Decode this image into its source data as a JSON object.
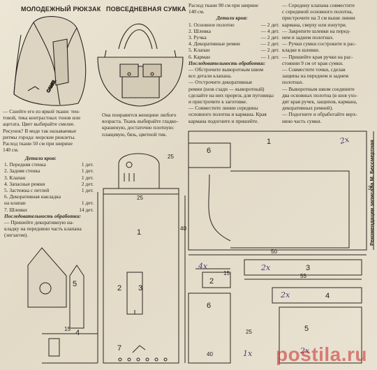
{
  "titles": {
    "backpack": "МОЛОДЕЖНЫЙ РЮКЗАК",
    "bag": "ПОВСЕДНЕВНАЯ СУМКА"
  },
  "backpack_text": {
    "intro": [
      "— Сшейте его из яркой ткани: тен-",
      "товой, тика контрастных тонов или",
      "ацетата. Цвет выбирайте смелее.",
      "Рисунок? В моде так называемые",
      "ритмы города: морские рюкзеты.",
      "Расход ткани 50 см при ширине",
      "140 см."
    ],
    "details_title": "Детали кроя:",
    "details": [
      {
        "name": "1. Передняя стенка",
        "qty": "1 дет."
      },
      {
        "name": "2. Задняя стенка",
        "qty": "1 дет."
      },
      {
        "name": "3. Клапан",
        "qty": "1 дет."
      },
      {
        "name": "4. Запасные ремни",
        "qty": "2 дет."
      },
      {
        "name": "5. Застежка с петлей",
        "qty": "1 дет."
      },
      {
        "name": "6. Декоративная накладка",
        "qty": ""
      },
      {
        "name": "   на клапан",
        "qty": "1 дет."
      },
      {
        "name": "7. Шлевки",
        "qty": "14 дет."
      }
    ],
    "sequence_title": "Последовательность обработки:",
    "sequence": [
      "— Пришейте декоративную на-",
      "кладку на переднюю часть клапана",
      "(зигзагом)."
    ]
  },
  "bag_text": {
    "intro": [
      "Она понравится женщине любого",
      "возраста. Ткань выбирайте гладко-",
      "крашеную, достаточно плотную:",
      "плащевую, бязь, цветной тик."
    ]
  },
  "column3": {
    "header": [
      "Расход ткани 90 см при ширине",
      "140 см."
    ],
    "details_title": "Детали кроя:",
    "details": [
      {
        "name": "1. Основное полотно",
        "qty": "— 2 дет."
      },
      {
        "name": "2. Шлевка",
        "qty": "— 4 дет."
      },
      {
        "name": "3. Ручка",
        "qty": "— 2 дет."
      },
      {
        "name": "4. Декоративные ремни",
        "qty": "— 2 дет."
      },
      {
        "name": "5. Клапан",
        "qty": "— 2 дет."
      },
      {
        "name": "6. Карман",
        "qty": "— 1 дет."
      }
    ],
    "sequence_title": "Последовательность обработки:",
    "sequence": [
      "— Обстрочите выворотным швом",
      "все детали клапана.",
      "— Отстрочите декоративные",
      "ремни (шов сзади — выворотный)",
      "сделайте на них прорезь для пуговицы",
      "и пристрочите к заготовке.",
      "— Совместите линии середины",
      "основного полотна и кармана. Края",
      "кармана подогните и пришейте."
    ]
  },
  "column4": {
    "lines": [
      "— Середину клапана совместите",
      "с серединой основного полотна,",
      "пристрочите на 3 см выше линии",
      "кармана, сверху или изнутри.",
      "— Закрепите шлевки на перед-",
      "нем и заднем полотнах.",
      "— Ручки сумки состроките в рас-",
      "кладке в шлевки.",
      "— Пришейте края ручки на рас-",
      "стоянии 9 см от края сумки.",
      "— Совместите точки, сделав",
      "защипы на переднем и заднем",
      "полотнах.",
      "— Выворотным швом соедините",
      "два основных полотна (в шов ухо-",
      "дят края ручек, защипов, кармана,",
      "декоративных ремней).",
      "— Подогните и обработайте верх-",
      "нюю часть сумки."
    ]
  },
  "pattern_labels": {
    "backpack_main": "1",
    "backpack_strap": "2",
    "backpack_strap_num": "3",
    "backpack_num5": "5",
    "backpack_num7": "7",
    "backpack_num4": "4",
    "dim_25": "25",
    "dim_40": "40",
    "dim_15": "15",
    "dim_25b": "25",
    "bag_main": "1",
    "bag_flap": "6",
    "bag_num2": "2",
    "bag_num3": "3",
    "bag_num4": "4",
    "bag_num5": "5",
    "bag_num6": "6",
    "dim_50": "50",
    "dim_35": "35",
    "dim_55": "55",
    "dim_15b": "15",
    "dim_25c": "25",
    "dim_40b": "40",
    "handwritten_1": "2х",
    "handwritten_2": "4х",
    "handwritten_3": "2х",
    "handwritten_4": "2х",
    "handwritten_5": "1х",
    "handwritten_6": "2х"
  },
  "vertical_caption": "Рекомендации записала М. Бессмертная",
  "watermark": "postila.ru"
}
